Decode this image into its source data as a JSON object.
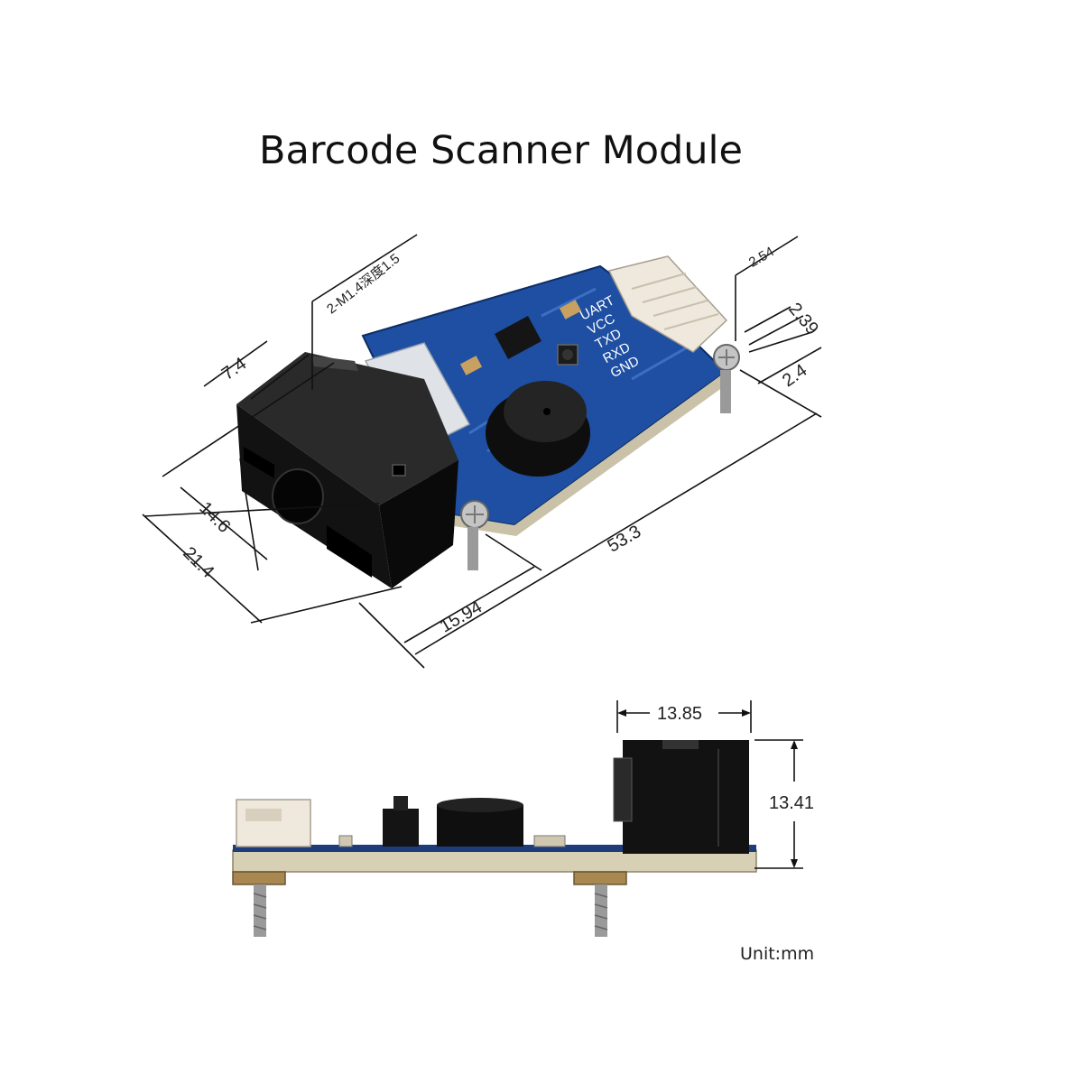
{
  "title": "Barcode Scanner Module",
  "unit": "Unit:mm",
  "top_view": {
    "hole_note": "2-M1.4深度1.5",
    "dimensions": {
      "scanner_depth": "7.4",
      "scanner_width": "14.6",
      "board_width": "21.4",
      "hole_offset": "15.94",
      "board_length": "53.3",
      "pin_pitch": "2.54",
      "pin_offset_a": "2.39",
      "pin_offset_b": "2.4"
    },
    "pin_labels": [
      "UART",
      "VCC",
      "TXD",
      "RXD",
      "GND"
    ]
  },
  "side_view": {
    "dimensions": {
      "scanner_length": "13.85",
      "scanner_height": "13.41"
    }
  },
  "colors": {
    "pcb": "#1e4fa3",
    "scanner": "#141414",
    "connector": "#efe8dc"
  }
}
